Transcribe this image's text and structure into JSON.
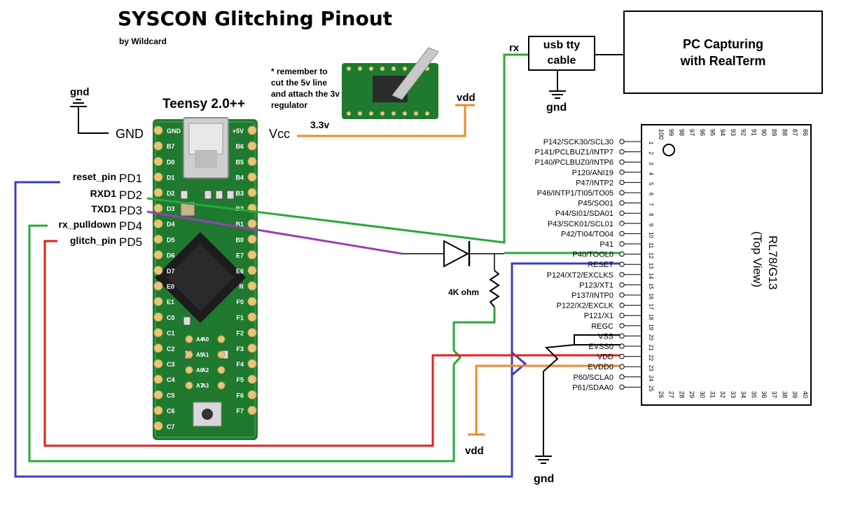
{
  "title": "SYSCON Glitching Pinout",
  "author": "by Wildcard",
  "note": [
    "* remember to",
    "cut the 5v line",
    "and attach the 3v",
    "regulator"
  ],
  "teensy": {
    "name": "Teensy 2.0++",
    "left_pins": [
      "GND",
      "B7",
      "D0",
      "D1",
      "D2",
      "D3",
      "D4",
      "D5",
      "D6",
      "D7",
      "E0",
      "E1",
      "C0",
      "C1",
      "C2",
      "C3",
      "C4",
      "C5",
      "C6",
      "C7"
    ],
    "right_pins": [
      "+5V",
      "B6",
      "B5",
      "B4",
      "B3",
      "B2",
      "B1",
      "B0",
      "E7",
      "E6",
      "R",
      "F0",
      "F1",
      "F2",
      "F3",
      "F4",
      "F5",
      "F6",
      "F7"
    ],
    "inner_pins": [
      "A4",
      "A5",
      "A6",
      "A7",
      "A0",
      "A1",
      "A2",
      "A3"
    ]
  },
  "labels": {
    "gnd": "gnd",
    "vdd": "vdd",
    "GND": "GND",
    "Vcc": "Vcc",
    "v33": "3.3v",
    "rx": "rx",
    "resistor": "4K ohm"
  },
  "pin_signals": [
    {
      "signal": "reset_pin",
      "pin": "PD1",
      "color": "#3a3fbf"
    },
    {
      "signal": "RXD1",
      "pin": "PD2",
      "color": "#2aa83a"
    },
    {
      "signal": "TXD1",
      "pin": "PD3",
      "color": "#9b3fb5"
    },
    {
      "signal": "rx_pulldown",
      "pin": "PD4",
      "color": "#2aa83a"
    },
    {
      "signal": "glitch_pin",
      "pin": "PD5",
      "color": "#e02020"
    }
  ],
  "usb_cable": "usb tty cable",
  "pc": "PC Capturing with RealTerm",
  "mcu": {
    "name": "RL78/G13",
    "view": "(Top View)",
    "pins": [
      "P142/SCK30/SCL30",
      "P141/PCLBUZ1/INTP7",
      "P140/PCLBUZ0/INTP6",
      "P120/ANI19",
      "P47/INTP2",
      "P46/INTP1/TI05/TO05",
      "P45/SO01",
      "P44/SI01/SDA01",
      "P43/SCK01/SCL01",
      "P42/TI04/TO04",
      "P41",
      "P40/TOOL0",
      "RESET",
      "P124/XT2/EXCLKS",
      "P123/XT1",
      "P137/INTP0",
      "P122/X2/EXCLK",
      "P121/X1",
      "REGC",
      "VSS",
      "EVSS0",
      "VDD",
      "EVDD0",
      "P60/SCLA0",
      "P61/SDAA0"
    ],
    "pin_numbers": [
      "1",
      "2",
      "3",
      "4",
      "5",
      "6",
      "7",
      "8",
      "9",
      "10",
      "11",
      "12",
      "13",
      "14",
      "15",
      "16",
      "17",
      "18",
      "19",
      "20",
      "21",
      "22",
      "23",
      "24",
      "25"
    ],
    "top_numbers": [
      "100",
      "99",
      "98",
      "97",
      "96",
      "95",
      "94",
      "93",
      "92",
      "91",
      "90",
      "89",
      "88",
      "87",
      "86"
    ],
    "bottom_numbers": [
      "26",
      "27",
      "28",
      "29",
      "30",
      "31",
      "32",
      "33",
      "34",
      "35",
      "36",
      "37",
      "38",
      "39",
      "40"
    ]
  },
  "colors": {
    "blue": "#3a3fbf",
    "green": "#2aa83a",
    "red": "#e02020",
    "orange": "#f08a24",
    "purple": "#9b3fb5",
    "board": "#1f7a2f",
    "pad": "#e6c77a"
  }
}
